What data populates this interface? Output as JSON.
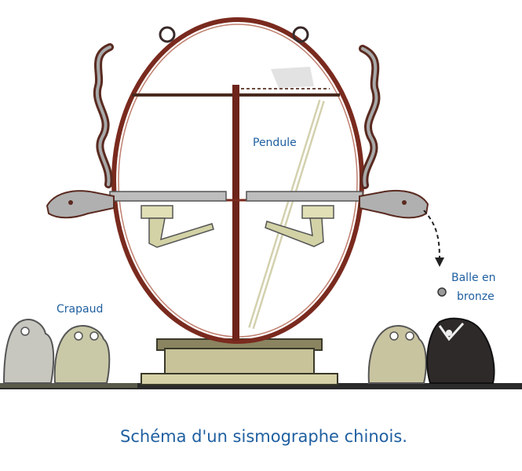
{
  "labels": {
    "pendule": "Pendule",
    "crapaud": "Crapaud",
    "balle_line1": "Balle en",
    "balle_line2": "bronze"
  },
  "caption": "Schéma d'un sismographe chinois.",
  "colors": {
    "frame": "#7a2a1e",
    "label_text": "#1f5fa0",
    "base": "#c9c39a",
    "metal": "#b9b9b9",
    "dark_toad": "#2f2a2a",
    "arm_olive": "#d2d2a6"
  }
}
